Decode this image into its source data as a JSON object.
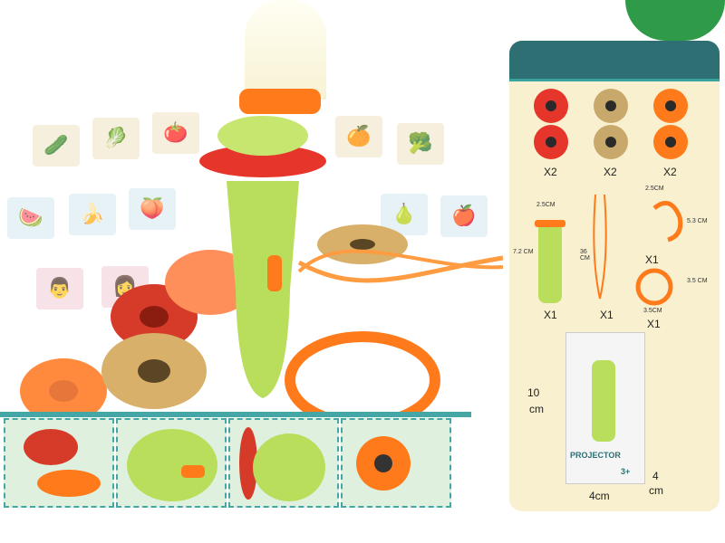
{
  "colors": {
    "teal": "#2e6f73",
    "panel_bg": "#f8f0cf",
    "lime": "#b6dc5a",
    "orange": "#ff7a1a",
    "red": "#e6352a",
    "tan": "#c8a86b"
  },
  "tiles": [
    {
      "icon": "🥒",
      "bg": "#f5ead3"
    },
    {
      "icon": "🥬",
      "bg": "#f5ead3"
    },
    {
      "icon": "🍅",
      "bg": "#f5ead3"
    },
    {
      "icon": "🍊",
      "bg": "#f5ead3"
    },
    {
      "icon": "🥦",
      "bg": "#f5ead3"
    },
    {
      "icon": "🍉",
      "bg": "#dfeef5"
    },
    {
      "icon": "🍌",
      "bg": "#dfeef5"
    },
    {
      "icon": "🍑",
      "bg": "#dfeef5"
    },
    {
      "icon": "🍐",
      "bg": "#dfeef5"
    },
    {
      "icon": "🍎",
      "bg": "#dfeef5"
    },
    {
      "icon": "👨",
      "bg": "#f4d9df"
    },
    {
      "icon": "👩",
      "bg": "#f4d9df"
    }
  ],
  "reels_row": [
    {
      "color": "#e6352a",
      "count": "X2"
    },
    {
      "color": "#c8a86b",
      "count": "X2"
    },
    {
      "color": "#ff7a1a",
      "count": "X2"
    }
  ],
  "parts": {
    "projector": {
      "width": "2.5CM",
      "height": "7.2 CM",
      "count": "X1"
    },
    "lanyard": {
      "length": "36 CM",
      "count": "X1"
    },
    "clip": {
      "width": "2.5CM",
      "height": "5.3 CM",
      "count": "X1"
    },
    "ring": {
      "height": "3.5 CM",
      "width": "3.5CM",
      "count": "X1"
    }
  },
  "box": {
    "height": "10",
    "height_unit": "cm",
    "width": "4cm",
    "depth": "4",
    "depth_unit": "cm",
    "label": "PROJECTOR",
    "age": "3+"
  }
}
